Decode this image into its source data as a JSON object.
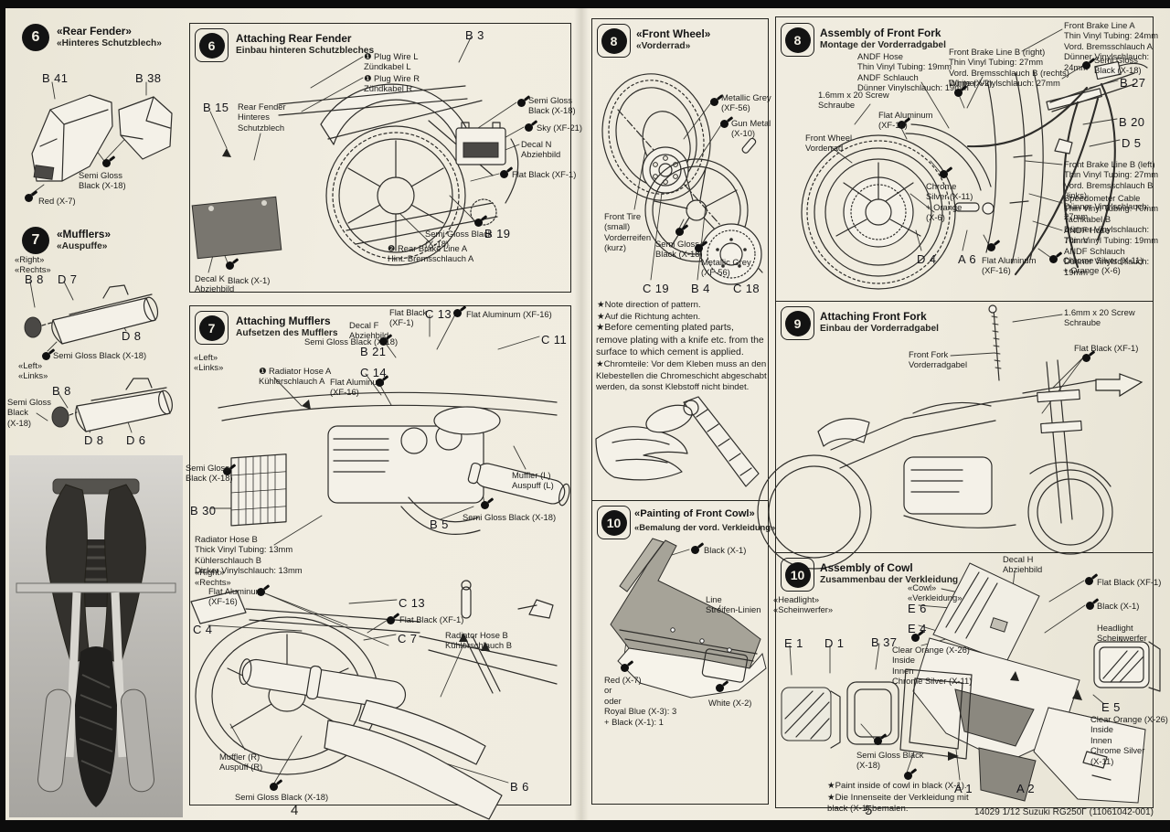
{
  "page": {
    "left_number": "4",
    "right_number": "5",
    "footer": "14029  1/12 Suzuki RG250Γ  (11061042-001)"
  },
  "rear_fender": {
    "num": "6",
    "title": "«Rear Fender»",
    "subtitle": "«Hinteres Schutzblech»",
    "b41": "B 41",
    "b38": "B 38",
    "semi_gloss": "Semi Gloss\nBlack (X-18)",
    "red": "Red (X-7)"
  },
  "mufflers": {
    "num": "7",
    "title": "«Mufflers»",
    "subtitle": "«Auspuffe»",
    "right": "«Right»\n«Rechts»",
    "left": "«Left»\n«Links»",
    "b8_r": "B 8",
    "d7": "D 7",
    "d8_r": "D 8",
    "semi_gloss_r": "Semi Gloss Black (X-18)",
    "b8_l": "B 8",
    "semi_gloss_l": "Semi Gloss\nBlack\n(X-18)",
    "d8_l": "D 8",
    "d6": "D 6"
  },
  "attach_rear_fender": {
    "num": "6",
    "title": "Attaching Rear Fender",
    "subtitle": "Einbau hinteren Schutzbleches",
    "b3": "B 3",
    "plug_l": "❶ Plug Wire L\nZündkabel L",
    "plug_r": "❶ Plug Wire R\nZündkabel R",
    "b15": "B 15",
    "rear_fender": "Rear Fender\nHinteres\nSchutzblech",
    "semi_gloss": "Semi Gloss\nBlack (X-18)",
    "sky": "Sky (XF-21)",
    "decal_n": "Decal N\nAbziehbild",
    "flat_black": "Flat Black (XF-1)",
    "semi_gloss2": "Semi Gloss Black\n(X-18)",
    "b19": "B 19",
    "brake_line": "❷ Rear Brake Line A\nHint. Bremsschlauch A",
    "decal_k": "Decal K\nAbziehbild",
    "black": "Black (X-1)"
  },
  "attach_mufflers": {
    "num": "7",
    "title": "Attaching Mufflers",
    "subtitle": "Aufsetzen des Mufflers",
    "left": "«Left»\n«Links»",
    "right": "«Right»\n«Rechts»",
    "flat_black1": "Flat Black\n(XF-1)",
    "decal_f": "Decal F\nAbziehbild",
    "semi_gloss1": "Semi Gloss Black (X-18)",
    "b21": "B 21",
    "c13a": "C 13",
    "flat_alum1": "Flat Aluminum (XF-16)",
    "c14": "C 14",
    "flat_alum2": "Flat Aluminum\n(XF-16)",
    "c11": "C 11",
    "radiator_a": "❶ Radiator Hose A\nKühlerschlauch A",
    "semi_gloss2": "Semi Gloss\nBlack (X-18)",
    "b30": "B 30",
    "radiator_b1": "Radiator Hose B\nThick Vinyl Tubing: 13mm\nKühlerschlauch B\nDicker Vinylschlauch: 13mm",
    "muffler_l": "Muffler (L)\nAuspuff (L)",
    "semi_gloss3": "Semi Gloss Black (X-18)",
    "b5": "B 5",
    "flat_alum3": "Flat Aluminum\n(XF-16)",
    "c4": "C 4",
    "c13b": "C 13",
    "flat_black2": "Flat Black (XF-1)",
    "c7": "C 7",
    "radiator_b2": "Radiator Hose B\nKühlerschlauch B",
    "muffler_r": "Muffler (R)\nAuspuff (R)",
    "semi_gloss4": "Semi Gloss Black (X-18)",
    "b6": "B 6"
  },
  "front_wheel": {
    "num": "8",
    "title": "«Front Wheel»",
    "subtitle": "«Vorderrad»",
    "metallic_grey1": "Metallic Grey\n(XF-56)",
    "gun_metal": "Gun Metal\n(X-10)",
    "front_tire": "Front Tire\n(small)\nVorderreifen\n(kurz)",
    "semi_gloss": "Semi Gloss\nBlack (X-18)",
    "metallic_grey2": "Metallic Grey\n(XF-56)",
    "c19": "C 19",
    "b4": "B 4",
    "c18": "C 18",
    "note1": "★Note direction of pattern.\n★Auf die Richtung achten.",
    "note2_en": "★Before cementing plated parts, remove plating with a knife etc. from the surface to which cement is applied.",
    "note2_de": "★Chromteile: Vor dem Kleben muss an den Klebestellen die Chromeschicht abgeschabt werden, da sonst Klebstoff nicht bindet."
  },
  "paint_cowl": {
    "num": "10",
    "title": "«Painting of Front Cowl»",
    "subtitle": "«Bemalung der vord. Verkleidung»",
    "black": "Black (X-1)",
    "line": "Line\nStreifen-Linien",
    "red_mix": "Red (X-7)\nor\noder\nRoyal Blue (X-3): 3\n+  Black (X-1): 1",
    "white": "White (X-2)"
  },
  "front_fork": {
    "num": "8",
    "title": "Assembly of Front Fork",
    "subtitle": "Montage der Vorderradgabel",
    "brake_a": "Front Brake Line A\nThin Vinyl Tubing: 24mm\nVord. Bremsschlauch A\nDünner Vinylschlauch: 24mm",
    "andf1": "ANDF Hose\nThin Vinyl Tubing: 19mm\nANDF Schlauch\nDünner Vinylschlauch: 19mm",
    "brake_b_right": "Front Brake Line B (right)\nThin Vinyl Tubing: 27mm\nVord. Bremsschlauch B (rechts)\nDünner Vinylschlauch: 27mm",
    "white": "White (X-2)",
    "screw": "1.6mm x 20 Screw\nSchraube",
    "flat_alum1": "Flat Aluminum\n(XF-16)",
    "front_wheel": "Front Wheel\nVorderrad",
    "semi_gloss": "Semi Gloss\nBlack (X-18)",
    "b27": "B 27",
    "b20": "B 20",
    "d5": "D 5",
    "brake_b_left": "Front Brake Line B (left)\nThin Vinyl Tubing: 27mm\nVord. Bremsschlauch B (links)\nDünner Vinylschlauch: 27mm",
    "speedo": "Speedometer Cable\nThin Vinyl Tubing: 70mm\nTachkabel B\nDünner Vinylschlauch: 70mm",
    "andf2": "ANDF Hose\nThin Vinyl Tubing: 19mm\nANDF Schlauch\nDünner Vinylschlauch: 19mm",
    "chrome1": "Chrome Silver (X-11)\n+ Orange (X-6)",
    "chrome2": "Chrome\nSilver (X-11)\n+ Orange\n(X-6)",
    "d4": "D 4",
    "a6": "A 6",
    "flat_alum2": "Flat Aluminum\n(XF-16)"
  },
  "attach_fork": {
    "num": "9",
    "title": "Attaching Front Fork",
    "subtitle": "Einbau der Vorderradgabel",
    "screw": "1.6mm x 20 Screw\nSchraube",
    "flat_black": "Flat Black (XF-1)",
    "front_fork": "Front Fork\nVorderradgabel"
  },
  "cowl": {
    "num": "10",
    "title": "Assembly of Cowl",
    "subtitle": "Zusammenbau der Verkleidung",
    "decal_h": "Decal H\nAbziehbild",
    "flat_black": "Flat Black (XF-1)",
    "black": "Black (X-1)",
    "cowl_label": "«Cowl»\n«Verkleidung»",
    "e6": "E 6",
    "e4": "E 4",
    "headlight1": "«Headlight»\n«Scheinwerfer»",
    "headlight2": "Headlight\nScheinwerfer",
    "e1": "E 1",
    "d1": "D 1",
    "b37": "B 37",
    "clear_orange1": "Clear Orange (X-26)\nInside\nInnen\nChrome Silver (X-11)",
    "e5": "E 5",
    "clear_orange2": "Clear Orange (X-26)\nInside\nInnen\nChrome Silver\n(X-11)",
    "semi_gloss": "Semi Gloss Black\n(X-18)",
    "note": "★Paint inside of cowl in black (X-1).\n★Die Innenseite der Verkleidung mit\nblack (X-1) bemalen.",
    "a1": "A 1",
    "a2": "A 2"
  }
}
